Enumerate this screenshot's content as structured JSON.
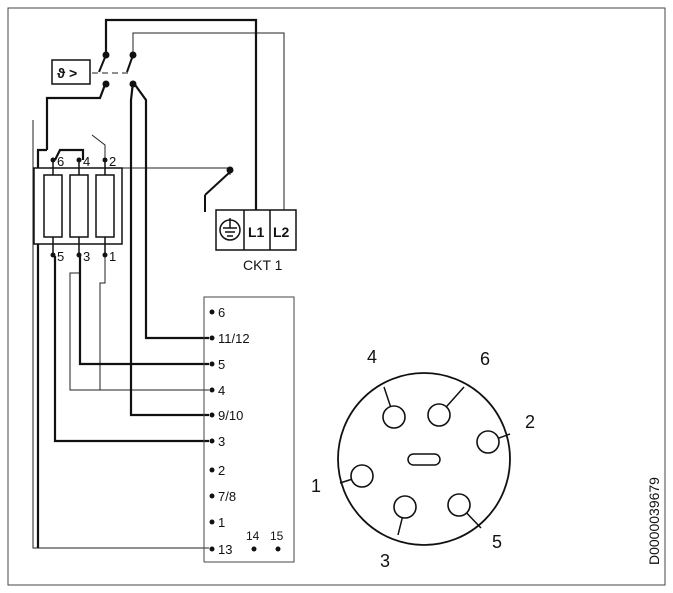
{
  "heater_labels": {
    "top": [
      "6",
      "4",
      "2"
    ],
    "bottom": [
      "5",
      "3",
      "1"
    ]
  },
  "circuit": {
    "earth_icon": "earth-ground-icon",
    "l1": "L1",
    "l2": "L2",
    "label": "CKT 1"
  },
  "sensor_symbol": "thermostat-temperature-icon",
  "terminals": [
    "6",
    "11/12",
    "5",
    "4",
    "9/10",
    "3",
    "2",
    "7/8",
    "1",
    "13"
  ],
  "extra_terminals": [
    "14",
    "15"
  ],
  "connector_pins": [
    "1",
    "2",
    "3",
    "4",
    "5",
    "6"
  ],
  "drawing_number": "D0000039679"
}
